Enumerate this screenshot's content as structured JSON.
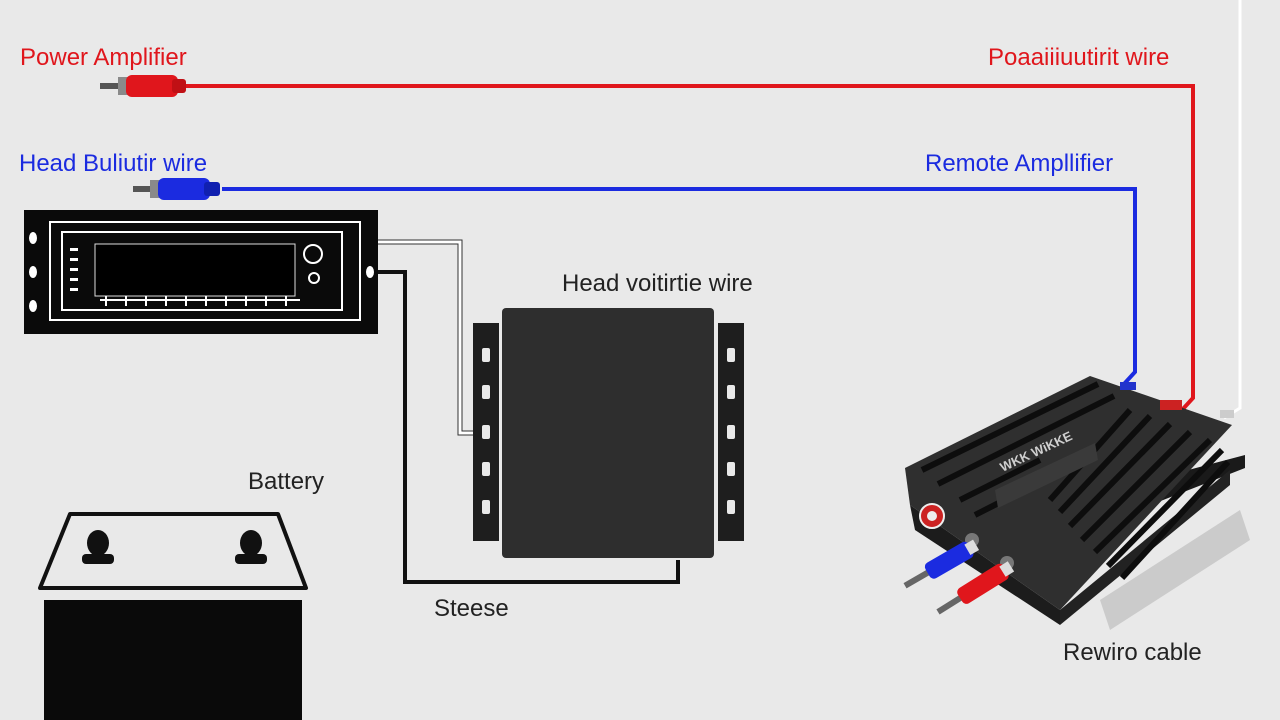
{
  "labels": {
    "power_amplifier": "Power Amplifier",
    "positive_wire": "Poaaiiiuutirit wire",
    "head_unit_wire_left": "Head Buliutir wire",
    "remote_amplifier": "Remote Ampllifier",
    "head_unit_wire_center": "Head voitirtie wire",
    "battery": "Battery",
    "stereo": "Steese",
    "remote_cable": "Rewiro cable",
    "amp_brand": "WKK WiKKE"
  },
  "colors": {
    "background": "#e9e9e9",
    "power_wire": "#e0161c",
    "remote_wire": "#1b2be0",
    "signal_wire": "#ffffff",
    "ground_wire": "#111111",
    "device_body": "#2b2b2b",
    "label_text": "#222222"
  },
  "icons": [
    "rca-plug-red-icon",
    "rca-plug-blue-icon",
    "head-unit-icon",
    "battery-icon",
    "amplifier-icon",
    "stereo-module-icon"
  ]
}
